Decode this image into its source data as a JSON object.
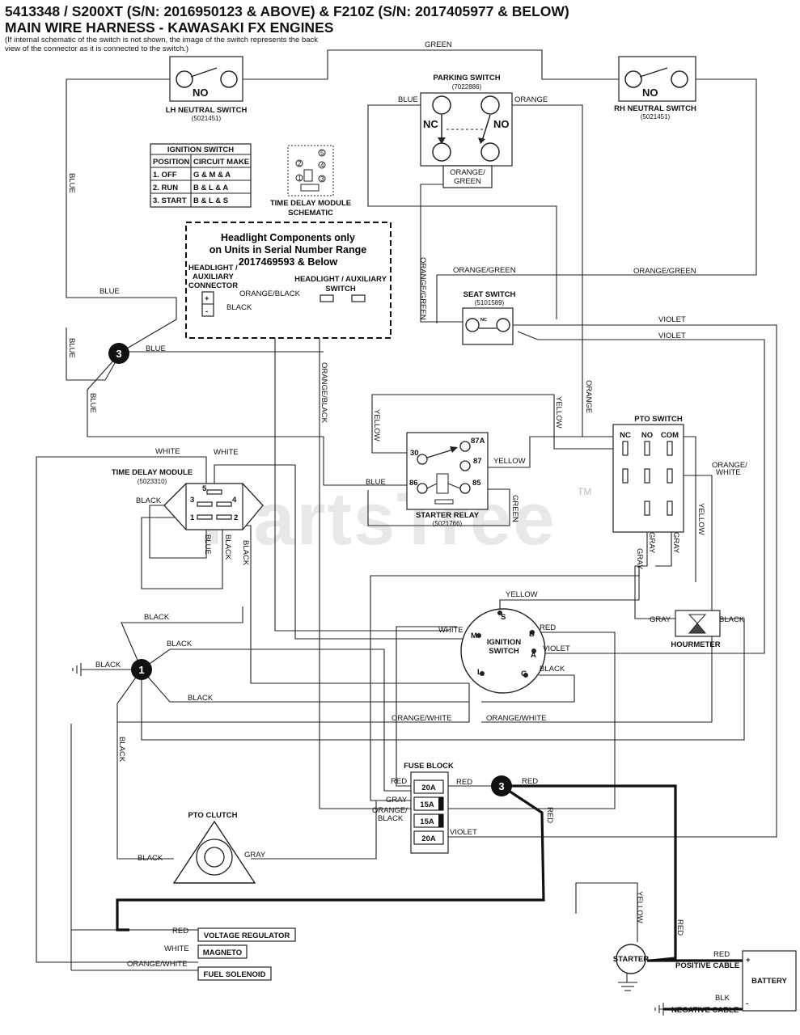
{
  "header": {
    "title_line1": "5413348 / S200XT (S/N: 2016950123 & ABOVE) & F210Z (S/N: 2017405977 & BELOW)",
    "title_line2": "MAIN WIRE HARNESS - KAWASAKI FX ENGINES",
    "note_line1": "(If internal schematic of the switch is not shown, the image of the switch represents the back",
    "note_line2": "view of the connector as it is connected to the switch.)"
  },
  "watermark": "PartsTree",
  "trademark": "TM",
  "components": {
    "lh_neutral": {
      "name": "LH NEUTRAL SWITCH",
      "part": "(5021451)",
      "contact": "NO"
    },
    "rh_neutral": {
      "name": "RH NEUTRAL SWITCH",
      "part": "(5021451)",
      "contact": "NO"
    },
    "parking": {
      "name": "PARKING SWITCH",
      "part": "(7022886)",
      "nc": "NC",
      "no": "NO",
      "wire_l1": "ORANGE/",
      "wire_l2": "GREEN"
    },
    "seat": {
      "name": "SEAT SWITCH",
      "part": "(5101589)",
      "contact": "NC"
    },
    "tdm_schematic": {
      "line1": "TIME DELAY MODULE",
      "line2": "SCHEMATIC",
      "pins": [
        "2",
        "5",
        "4",
        "1",
        "3"
      ]
    },
    "headlight": {
      "line1": "Headlight Components only",
      "line2": "on Units in Serial Number Range",
      "line3": "2017469593 & Below",
      "conn1": "HEADLIGHT /",
      "conn2": "AUXILIARY",
      "conn3": "CONNECTOR",
      "sw1": "HEADLIGHT / AUXILIARY",
      "sw2": "SWITCH",
      "plus": "+",
      "minus": "-"
    },
    "pto_switch": {
      "name": "PTO SWITCH",
      "nc": "NC",
      "no": "NO",
      "com": "COM"
    },
    "time_delay": {
      "name": "TIME DELAY MODULE",
      "part": "(5023310)",
      "pins": [
        "5",
        "3",
        "4",
        "1",
        "2"
      ]
    },
    "starter_relay": {
      "name": "STARTER RELAY",
      "part": "(5021766)",
      "pins": [
        "30",
        "87A",
        "87",
        "86",
        "85"
      ]
    },
    "ignition": {
      "name1": "IGNITION",
      "name2": "SWITCH",
      "pins": [
        "S",
        "M",
        "B",
        "A",
        "L",
        "G"
      ]
    },
    "hourmeter": {
      "name": "HOURMETER"
    },
    "fuse_block": {
      "name": "FUSE BLOCK",
      "fuses": [
        "20A",
        "15A",
        "15A",
        "20A"
      ]
    },
    "pto_clutch": {
      "name": "PTO CLUTCH"
    },
    "voltage_regulator": {
      "name": "VOLTAGE REGULATOR"
    },
    "magneto": {
      "name": "MAGNETO"
    },
    "fuel_solenoid": {
      "name": "FUEL SOLENOID"
    },
    "starter": {
      "name": "STARTER"
    },
    "battery": {
      "name": "BATTERY",
      "plus": "+",
      "minus": "-"
    }
  },
  "ignition_table": {
    "title": "IGNITION SWITCH",
    "headers": [
      "POSITION",
      "CIRCUIT MAKE"
    ],
    "rows": [
      [
        "1. OFF",
        "G & M & A"
      ],
      [
        "2. RUN",
        "B & L & A"
      ],
      [
        "3. START",
        "B & L & S"
      ]
    ]
  },
  "nodes": {
    "n3_left": "3",
    "n1": "1",
    "n3_red": "3"
  },
  "wires": {
    "green_top": "GREEN",
    "blue_tl": "BLUE",
    "orange_tr": "ORANGE",
    "blue_left": "BLUE",
    "blue_headlight": "BLUE",
    "orange_black_hl": "ORANGE/BLACK",
    "black_hl": "BLACK",
    "orange_green_v": "ORANGE/GREEN",
    "orange_green_h1": "ORANGE/GREEN",
    "orange_green_h2": "ORANGE/GREEN",
    "violet1": "VIOLET",
    "violet2": "VIOLET",
    "blue_l2": "BLUE",
    "blue_n3": "BLUE",
    "blue_l3": "BLUE",
    "orange_black_v": "ORANGE/BLACK",
    "yellow_v1": "YELLOW",
    "yellow_v2": "YELLOW",
    "orange_v": "ORANGE",
    "white1": "WHITE",
    "white2": "WHITE",
    "yellow_relay": "YELLOW",
    "blue_relay": "BLUE",
    "green_relay": "GREEN",
    "black_tdm": "BLACK",
    "blue_tdm": "BLUE",
    "black_tdm2": "BLACK",
    "black_tdm3": "BLACK",
    "orange_white_pto": "ORANGE/",
    "orange_white_pto2": "WHITE",
    "yellow_pto": "YELLOW",
    "gray1": "GRAY",
    "gray2": "GRAY",
    "gray3": "GRAY",
    "yellow_ign": "YELLOW",
    "white_ign": "WHITE",
    "red_ign": "RED",
    "violet_ign": "VIOLET",
    "black_ign": "BLACK",
    "gray_hm": "GRAY",
    "black_hm": "BLACK",
    "black_n1a": "BLACK",
    "black_n1b": "BLACK",
    "black_gnd": "BLACK",
    "black_n1c": "BLACK",
    "orange_white1": "ORANGE/WHITE",
    "orange_white2": "ORANGE/WHITE",
    "black_v": "BLACK",
    "red_fb": "RED",
    "red_fb2": "RED",
    "red_n3": "RED",
    "red_v": "RED",
    "gray_fb": "GRAY",
    "ob_fb1": "ORANGE/",
    "ob_fb2": "BLACK",
    "violet_fb": "VIOLET",
    "black_clutch": "BLACK",
    "gray_clutch": "GRAY",
    "red_vr": "RED",
    "white_mag": "WHITE",
    "ow_fuel": "ORANGE/WHITE",
    "yellow_st": "YELLOW",
    "red_st": "RED",
    "red_bat": "RED",
    "pos_cable": "POSITIVE CABLE",
    "blk_bat": "BLK",
    "neg_cable": "NEGATIVE CABLE"
  }
}
